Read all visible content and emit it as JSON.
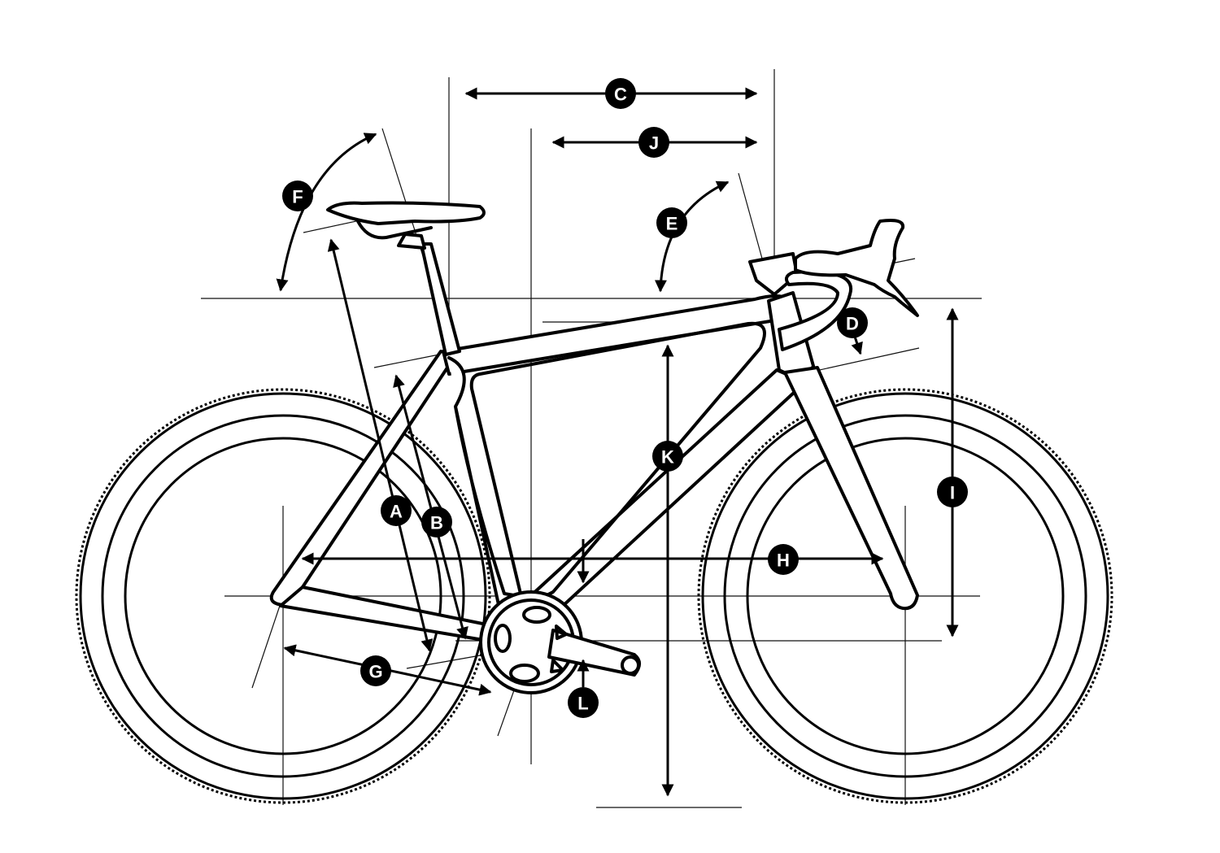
{
  "diagram": {
    "labels": {
      "A": "A",
      "B": "B",
      "C": "C",
      "D": "D",
      "E": "E",
      "F": "F",
      "G": "G",
      "H": "H",
      "I": "I",
      "J": "J",
      "K": "K",
      "L": "L"
    },
    "colors": {
      "line": "#000000",
      "background": "#ffffff",
      "label_text": "#ffffff"
    }
  }
}
